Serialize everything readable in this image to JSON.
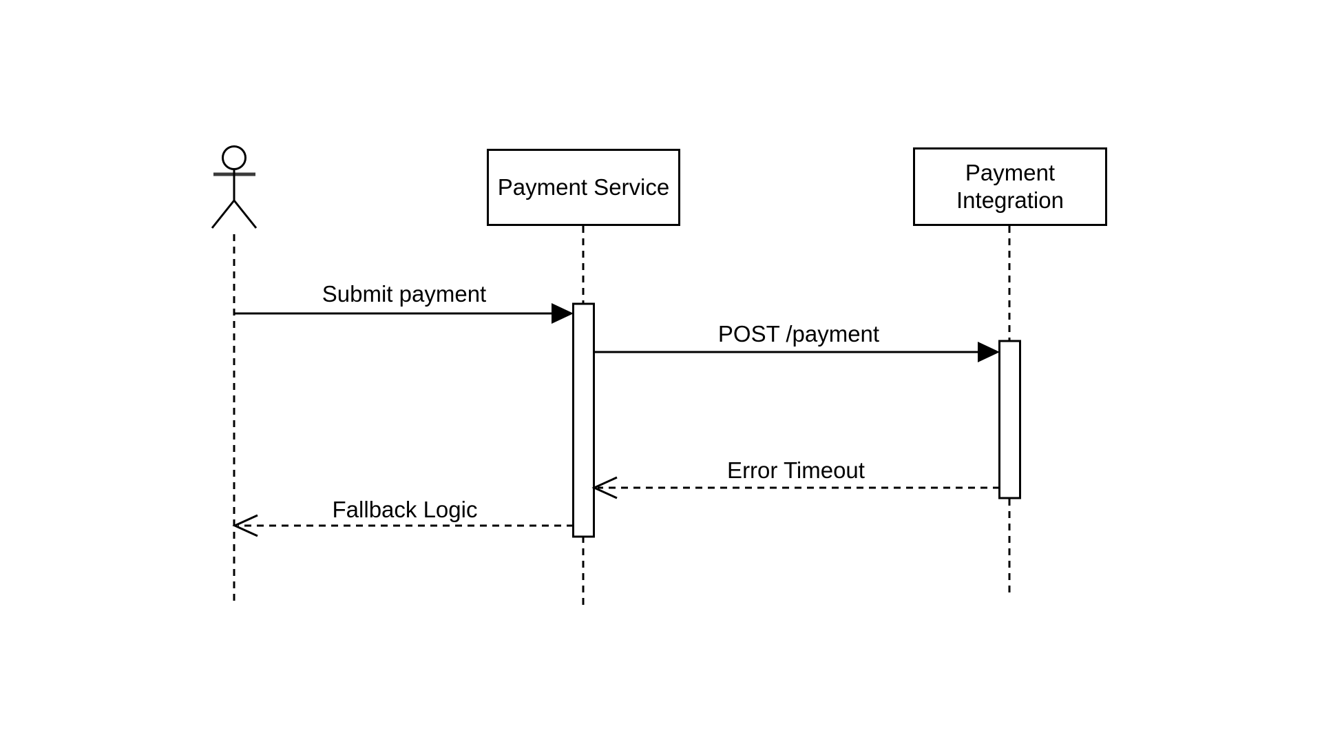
{
  "page": {
    "background_color": "#ffffff",
    "stroke_color": "#000000"
  },
  "diagram": {
    "type": "uml-sequence-diagram",
    "participants": [
      {
        "id": "user",
        "kind": "actor",
        "label": ""
      },
      {
        "id": "payment-service",
        "kind": "object",
        "label": "Payment Service"
      },
      {
        "id": "payment-integration",
        "kind": "object",
        "label": "Payment Integration"
      }
    ],
    "messages": [
      {
        "from": "user",
        "to": "payment-service",
        "label": "Submit payment",
        "line": "solid",
        "arrowhead": "filled"
      },
      {
        "from": "payment-service",
        "to": "payment-integration",
        "label": "POST /payment",
        "line": "solid",
        "arrowhead": "filled"
      },
      {
        "from": "payment-integration",
        "to": "payment-service",
        "label": "Error Timeout",
        "line": "dashed",
        "arrowhead": "open"
      },
      {
        "from": "payment-service",
        "to": "user",
        "label": "Fallback Logic",
        "line": "dashed",
        "arrowhead": "open"
      }
    ]
  }
}
